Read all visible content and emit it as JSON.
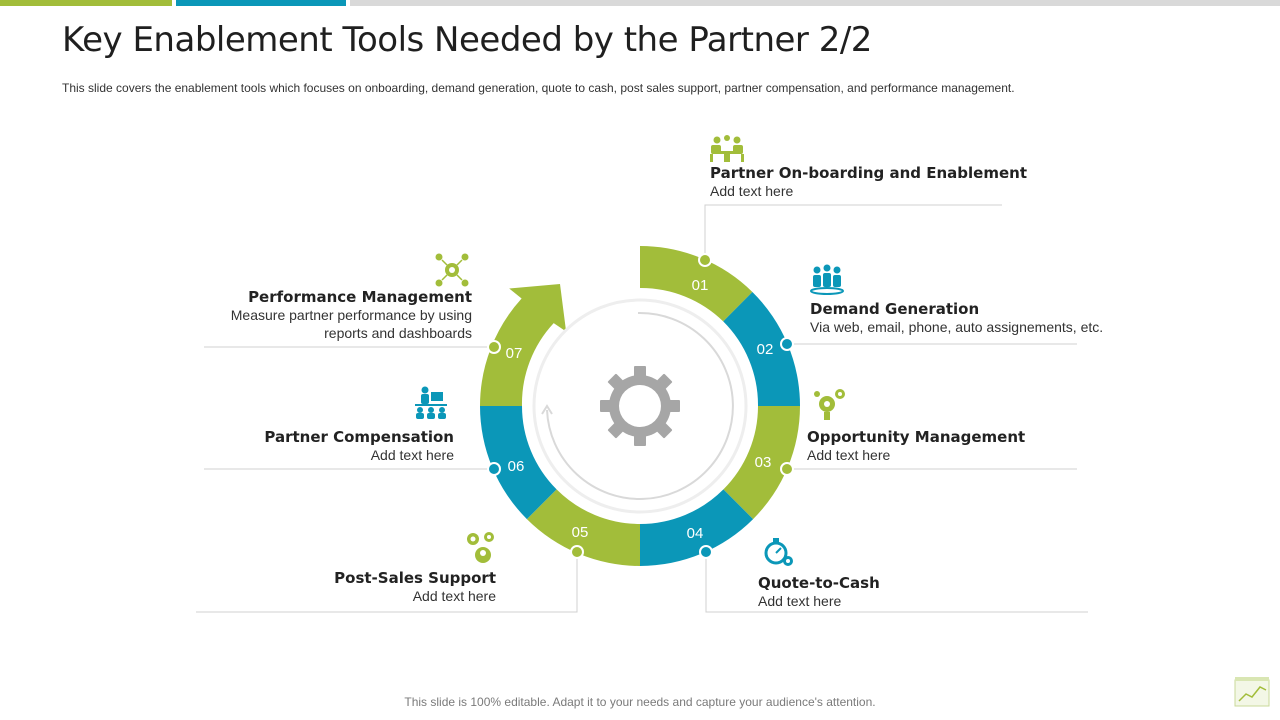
{
  "colors": {
    "green": "#a2bd3a",
    "blue": "#0b97b8",
    "gray": "#a6a6a6",
    "line": "#d0d0d0"
  },
  "title": "Key Enablement Tools Needed by the Partner 2/2",
  "subtitle": "This slide covers the enablement tools which focuses on onboarding,  demand generation,  quote to cash, post sales support,  partner compensation,  and performance  management.",
  "steps": [
    {
      "num": "01",
      "title": "Partner On-boarding and Enablement",
      "text": "Add text here",
      "icon": "meeting-icon"
    },
    {
      "num": "02",
      "title": "Demand Generation",
      "text": "Via web, email, phone, auto assignements, etc.",
      "icon": "team-icon"
    },
    {
      "num": "03",
      "title": "Opportunity Management",
      "text": "Add text here",
      "icon": "idea-gears-icon"
    },
    {
      "num": "04",
      "title": "Quote-to-Cash",
      "text": "Add text here",
      "icon": "stopwatch-gear-icon"
    },
    {
      "num": "05",
      "title": "Post-Sales Support",
      "text": "Add text here",
      "icon": "support-gears-icon"
    },
    {
      "num": "06",
      "title": "Partner Compensation",
      "text": "Add text here",
      "icon": "presentation-icon"
    },
    {
      "num": "07",
      "title": "Performance Management",
      "text_line1": "Measure partner performance by using",
      "text_line2": "reports and dashboards",
      "icon": "gear-network-icon"
    }
  ],
  "footer": "This slide is 100% editable. Adapt it to your needs and capture your audience's attention."
}
